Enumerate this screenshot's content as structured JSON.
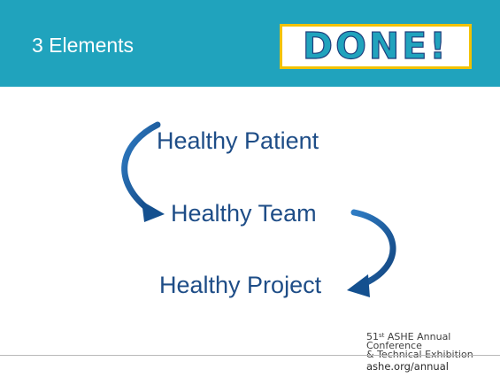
{
  "header": {
    "title": "3 Elements",
    "badge": "DONE!"
  },
  "flow": {
    "items": [
      {
        "label": "Healthy Patient"
      },
      {
        "label": "Healthy Team"
      },
      {
        "label": "Healthy Project"
      }
    ]
  },
  "footer": {
    "ordinal": "51",
    "ordinal_suffix": "st",
    "conference_line1": " ASHE Annual Conference",
    "conference_line2": "& Technical Exhibition",
    "url": "ashe.org/annual"
  },
  "colors": {
    "header_bg": "#20a3bd",
    "badge_border": "#f2c200",
    "text_blue": "#1e4d87",
    "arrow_blue": "#1a5ea8"
  }
}
